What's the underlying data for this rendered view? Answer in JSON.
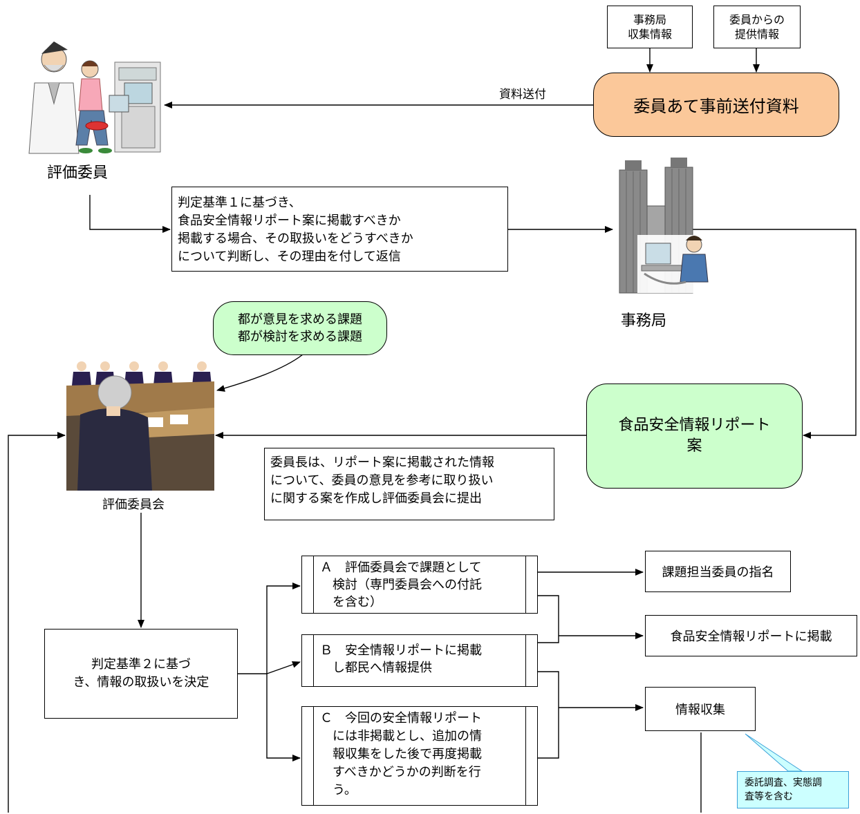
{
  "boxes": {
    "jimukyoku_info": "事務局\n収集情報",
    "iin_info": "委員からの\n提供情報",
    "zenzen_shiryo": "委員あて事前送付資料",
    "shiryo_sofu": "資料送付",
    "hyoka_iin": "評価委員",
    "hantei1": "判定基準１に基づき、\n食品安全情報リポート案に掲載すべきか\n掲載する場合、その取扱いをどうすべきか\nについて判断し、その理由を付して返信",
    "jimukyoku": "事務局",
    "kadai_bubble": "都が意見を求める課題\n都が検討を求める課題",
    "report_an": "食品安全情報リポート\n案",
    "iincho_note": "委員長は、リポート案に掲載された情報\nについて、委員の意見を参考に取り扱い\nに関する案を作成し評価委員会に提出",
    "hyoka_iinkai": "評価委員会",
    "hantei2": "判定基準２に基づ\nき、情報の取扱いを決定",
    "option_a": "Ａ　評価委員会で課題として\n　検討（専門委員会への付託\n　を含む）",
    "option_b": "Ｂ　安全情報リポートに掲載\n　し都民へ情報提供",
    "option_c": "Ｃ　今回の安全情報リポート\n　には非掲載とし、追加の情\n　報収集をした後で再度掲載\n　すべきかどうかの判断を行\n　う。",
    "kadai_tanto": "課題担当委員の指名",
    "report_keisai": "食品安全情報リポートに掲載",
    "joho_shushu": "情報収集",
    "itaku_note": "委託調査、実態調\n査等を含む"
  },
  "colors": {
    "orange_fill": "#FBC89A",
    "green_fill": "#CCFFCC",
    "cyan_fill": "#CCFFFF",
    "line": "#000000"
  },
  "icons": [
    "scientist-and-researcher-illustration",
    "government-building-illustration",
    "committee-meeting-illustration"
  ]
}
